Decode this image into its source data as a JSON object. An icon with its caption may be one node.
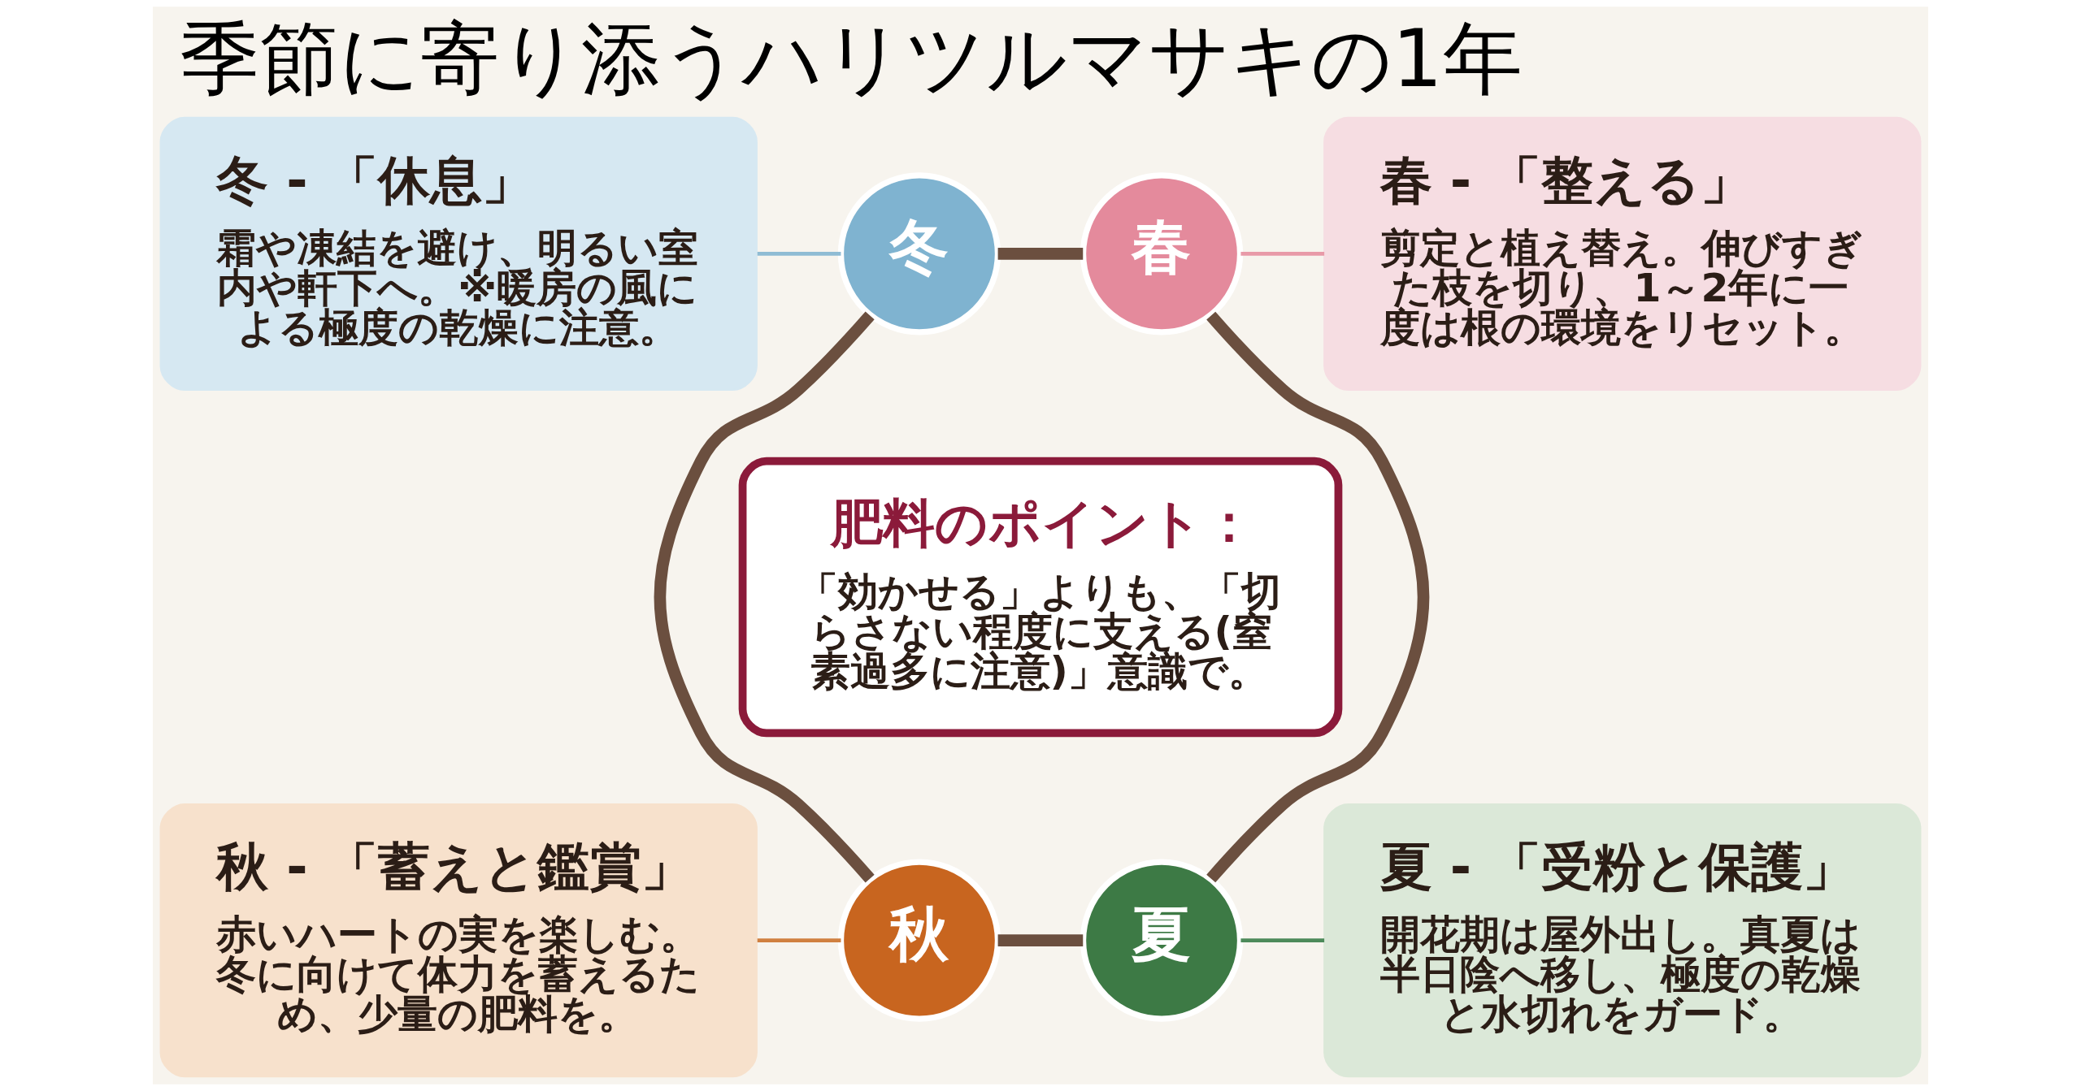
{
  "diagram": {
    "title": "季節に寄り添うハリツルマサキの1年",
    "nodes": [
      {
        "text": [
          "冬 - 「休息」",
          "霜や凍結を避け、明るい室内や軒下へ。※暖房の風による極度の乾燥に注意。"
        ]
      },
      {
        "text": [
          "冬"
        ]
      },
      {
        "text": [
          "春"
        ]
      },
      {
        "text": [
          "春 - 「整える」",
          "剪定と植え替え。伸びすぎた枝を切り、1～2年に一度は根の環境をリセット。"
        ]
      },
      {
        "text": [
          "肥料のポイント：",
          "「効かせる」よりも、「切らさない程度に支える(窒素過多に注意)」意識で。"
        ]
      },
      {
        "text": [
          "秋 - 「蓄えと鑑賞」",
          "赤いハートの実を楽しむ。冬に向けて体力を蓄えるため、少量の肥料を。"
        ]
      },
      {
        "text": [
          "秋"
        ]
      },
      {
        "text": [
          "夏"
        ]
      },
      {
        "text": [
          "夏 - 「受粉と保護」",
          "開花期は屋外出し。真夏は半日陰へ移し、極度の乾燥と水切れをガード。"
        ]
      }
    ],
    "edges": [
      {
        "from": 0,
        "to": 1,
        "arrow": "none",
        "color": "#8fbcd4"
      },
      {
        "from": 1,
        "to": 2,
        "arrow": "none",
        "style": "thick",
        "color": "#6b4f3f"
      },
      {
        "from": 2,
        "to": 3,
        "arrow": "none",
        "color": "#e89aa8"
      },
      {
        "from": 5,
        "to": 6,
        "arrow": "none",
        "color": "#d08040"
      },
      {
        "from": 6,
        "to": 7,
        "arrow": "none",
        "style": "thick",
        "color": "#6b4f3f"
      },
      {
        "from": 7,
        "to": 8,
        "arrow": "none",
        "color": "#4d8a5a"
      },
      {
        "from": 2,
        "to": 7,
        "arrow": "none",
        "style": "thick",
        "color": "#6b4f3f"
      },
      {
        "from": 1,
        "to": 6,
        "arrow": "none",
        "style": "thick",
        "color": "#6b4f3f"
      }
    ]
  }
}
